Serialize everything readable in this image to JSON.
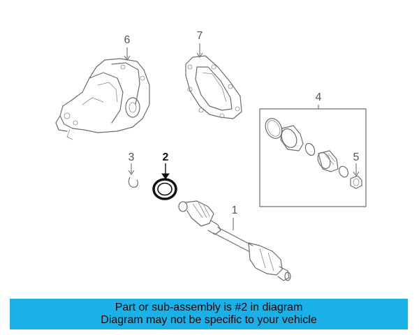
{
  "callouts": {
    "c1": "1",
    "c2": "2",
    "c3": "3",
    "c4": "4",
    "c5": "5",
    "c6": "6",
    "c7": "7"
  },
  "highlighted_part": "2",
  "banner": {
    "line1": "Part or sub-assembly is #2 in diagram",
    "line2": "Diagram may not be specific to your vehicle",
    "color": "#1ab0e8"
  }
}
